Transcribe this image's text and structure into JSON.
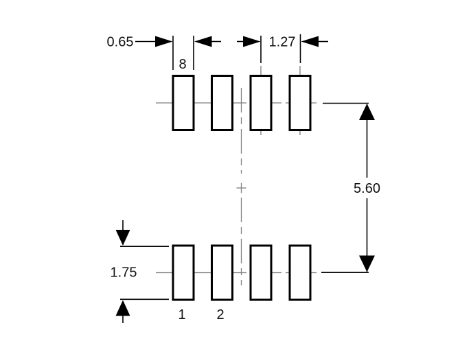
{
  "drawing": {
    "description": "Land pattern dimension drawing for 8-pin surface-mount package",
    "colors": {
      "background": "#ffffff",
      "line": "#000000",
      "centerline": "#7d7d7d",
      "text": "#111111"
    },
    "dimensions": {
      "pad_width": "0.65",
      "pad_pitch": "1.27",
      "row_spacing": "5.60",
      "pad_height": "1.75"
    },
    "pin_labels": {
      "pin8": "8",
      "pin1": "1",
      "pin2": "2"
    }
  }
}
